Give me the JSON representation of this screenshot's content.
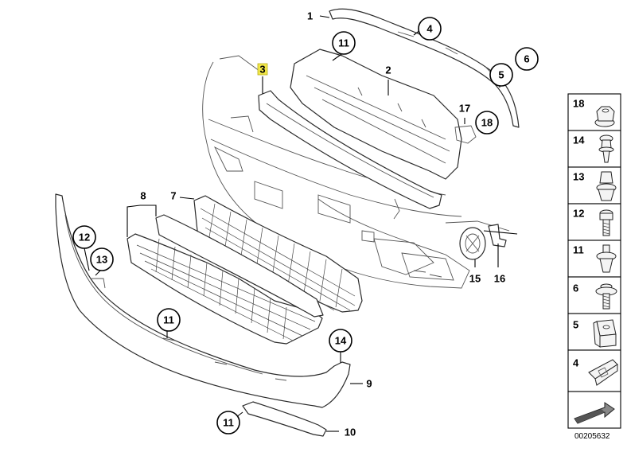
{
  "callouts": {
    "c1": "1",
    "c2": "2",
    "c3": "3",
    "c4": "4",
    "c5": "5",
    "c6": "6",
    "c7": "7",
    "c8": "8",
    "c9": "9",
    "c10": "10",
    "c11a": "11",
    "c11b": "11",
    "c11c": "11",
    "c12": "12",
    "c13": "13",
    "c14": "14",
    "c15": "15",
    "c16": "16",
    "c17": "17",
    "c18": "18"
  },
  "highlight_color": "#f2e84a",
  "legend": [
    {
      "number": "18",
      "icon": "flange-nut-icon"
    },
    {
      "number": "14",
      "icon": "expanding-rivet-icon"
    },
    {
      "number": "13",
      "icon": "plastic-clip-icon"
    },
    {
      "number": "12",
      "icon": "screw-icon"
    },
    {
      "number": "11",
      "icon": "push-rivet-icon"
    },
    {
      "number": "6",
      "icon": "washer-screw-icon"
    },
    {
      "number": "5",
      "icon": "square-nut-icon"
    },
    {
      "number": "4",
      "icon": "spring-clip-icon"
    }
  ],
  "diagram_id": "00205632"
}
